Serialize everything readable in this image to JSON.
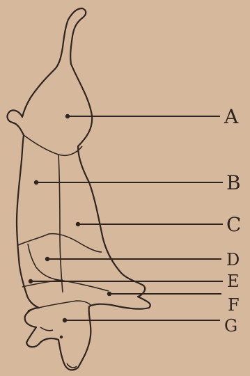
{
  "labels": [
    {
      "id": "A",
      "text": "A"
    },
    {
      "id": "B",
      "text": "B"
    },
    {
      "id": "C",
      "text": "C"
    },
    {
      "id": "D",
      "text": "D"
    },
    {
      "id": "E",
      "text": "E"
    },
    {
      "id": "F",
      "text": "F"
    },
    {
      "id": "G",
      "text": "G"
    }
  ],
  "colors": {
    "background": "#d6b99c",
    "ink": "#2f2420"
  }
}
